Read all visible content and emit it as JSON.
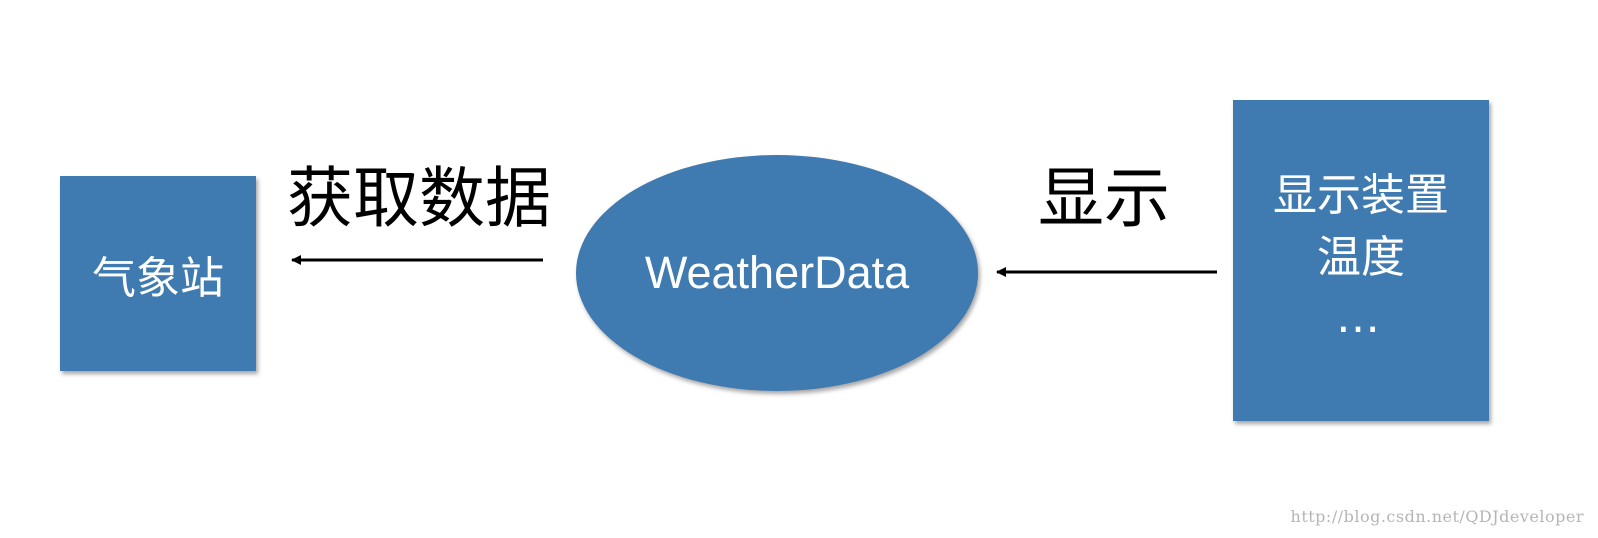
{
  "nodes": {
    "station": {
      "label": "气象站"
    },
    "weather_data": {
      "label": "WeatherData"
    },
    "display_device": {
      "line1": "显示装置",
      "line2": "温度",
      "line3": "…"
    }
  },
  "edges": {
    "fetch": {
      "label": "获取数据"
    },
    "display": {
      "label": "显示"
    }
  },
  "watermark": "http://blog.csdn.net/QDJdeveloper",
  "colors": {
    "node_fill": "#3f7ab1",
    "node_text": "#ffffff",
    "arrow": "#000000"
  }
}
